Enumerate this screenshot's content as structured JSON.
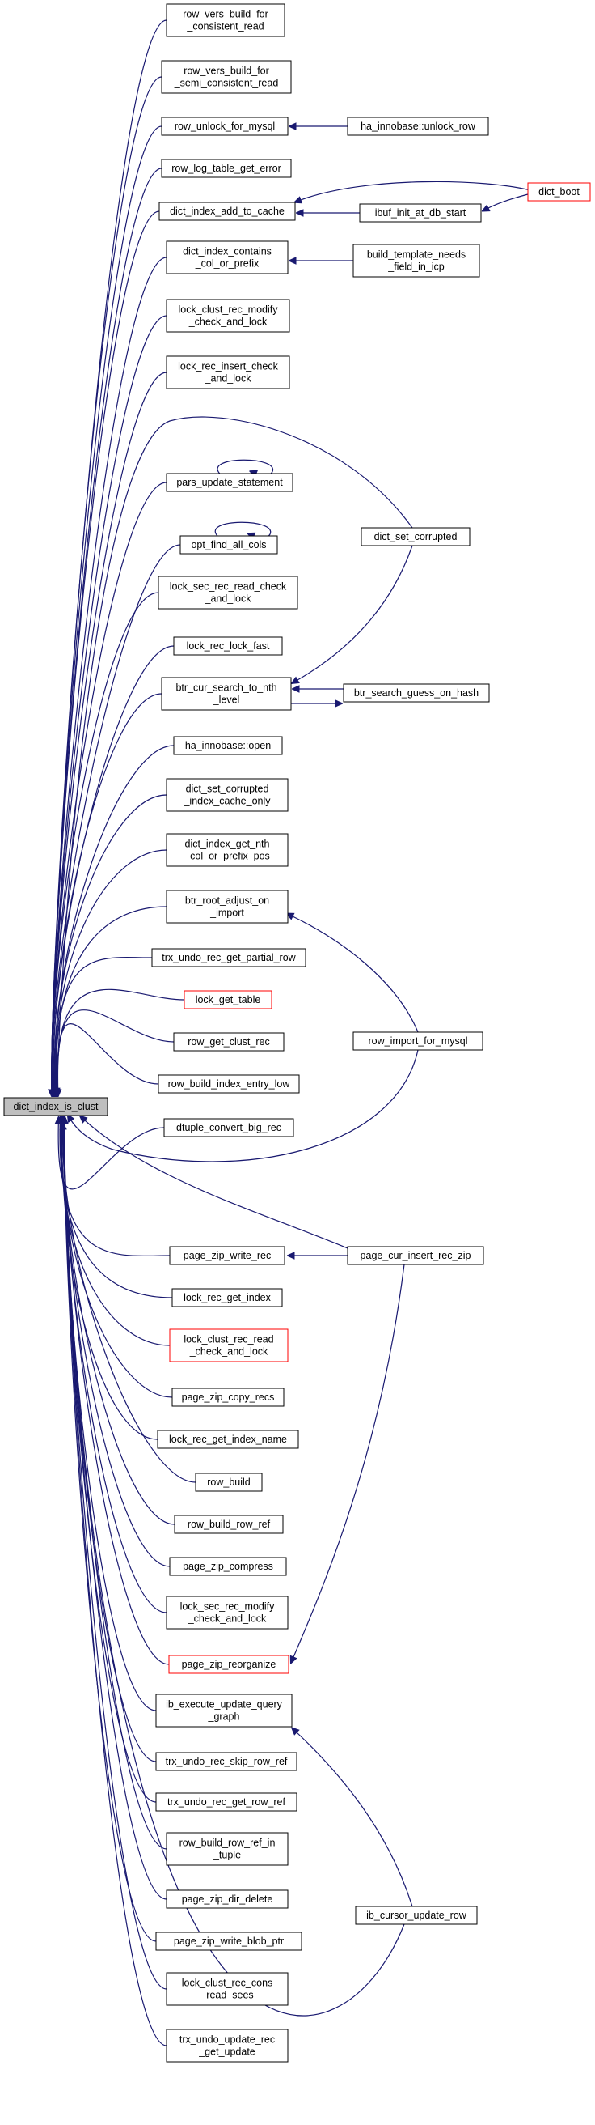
{
  "nodes": [
    {
      "id": "root",
      "lines": [
        "dict_index_is_clust"
      ],
      "style": "root"
    },
    {
      "id": "n01",
      "lines": [
        "row_vers_build_for",
        "_consistent_read"
      ]
    },
    {
      "id": "n02",
      "lines": [
        "row_vers_build_for",
        "_semi_consistent_read"
      ]
    },
    {
      "id": "n03",
      "lines": [
        "row_unlock_for_mysql"
      ]
    },
    {
      "id": "n04",
      "lines": [
        "row_log_table_get_error"
      ]
    },
    {
      "id": "n05",
      "lines": [
        "dict_index_add_to_cache"
      ]
    },
    {
      "id": "n06",
      "lines": [
        "dict_index_contains",
        "_col_or_prefix"
      ]
    },
    {
      "id": "n07",
      "lines": [
        "lock_clust_rec_modify",
        "_check_and_lock"
      ]
    },
    {
      "id": "n08",
      "lines": [
        "lock_rec_insert_check",
        "_and_lock"
      ]
    },
    {
      "id": "n09",
      "lines": [
        "pars_update_statement"
      ]
    },
    {
      "id": "n10",
      "lines": [
        "opt_find_all_cols"
      ]
    },
    {
      "id": "n11",
      "lines": [
        "lock_sec_rec_read_check",
        "_and_lock"
      ]
    },
    {
      "id": "n12",
      "lines": [
        "lock_rec_lock_fast"
      ]
    },
    {
      "id": "n13",
      "lines": [
        "btr_cur_search_to_nth",
        "_level"
      ]
    },
    {
      "id": "n14",
      "lines": [
        "ha_innobase::open"
      ]
    },
    {
      "id": "n15",
      "lines": [
        "dict_set_corrupted",
        "_index_cache_only"
      ]
    },
    {
      "id": "n16",
      "lines": [
        "dict_index_get_nth",
        "_col_or_prefix_pos"
      ]
    },
    {
      "id": "n17",
      "lines": [
        "btr_root_adjust_on",
        "_import"
      ]
    },
    {
      "id": "n18",
      "lines": [
        "trx_undo_rec_get_partial_row"
      ]
    },
    {
      "id": "n19",
      "lines": [
        "lock_get_table"
      ],
      "style": "red"
    },
    {
      "id": "n20",
      "lines": [
        "row_get_clust_rec"
      ]
    },
    {
      "id": "n21",
      "lines": [
        "row_build_index_entry_low"
      ]
    },
    {
      "id": "n22",
      "lines": [
        "dtuple_convert_big_rec"
      ]
    },
    {
      "id": "n23",
      "lines": [
        "page_zip_write_rec"
      ]
    },
    {
      "id": "n24",
      "lines": [
        "lock_rec_get_index"
      ]
    },
    {
      "id": "n25",
      "lines": [
        "lock_clust_rec_read",
        "_check_and_lock"
      ],
      "style": "red"
    },
    {
      "id": "n26",
      "lines": [
        "page_zip_copy_recs"
      ]
    },
    {
      "id": "n27",
      "lines": [
        "lock_rec_get_index_name"
      ]
    },
    {
      "id": "n28",
      "lines": [
        "row_build"
      ]
    },
    {
      "id": "n29",
      "lines": [
        "row_build_row_ref"
      ]
    },
    {
      "id": "n30",
      "lines": [
        "page_zip_compress"
      ]
    },
    {
      "id": "n31",
      "lines": [
        "lock_sec_rec_modify",
        "_check_and_lock"
      ]
    },
    {
      "id": "n32",
      "lines": [
        "page_zip_reorganize"
      ],
      "style": "red"
    },
    {
      "id": "n33",
      "lines": [
        "ib_execute_update_query",
        "_graph"
      ]
    },
    {
      "id": "n34",
      "lines": [
        "trx_undo_rec_skip_row_ref"
      ]
    },
    {
      "id": "n35",
      "lines": [
        "trx_undo_rec_get_row_ref"
      ]
    },
    {
      "id": "n36",
      "lines": [
        "row_build_row_ref_in",
        "_tuple"
      ]
    },
    {
      "id": "n37",
      "lines": [
        "page_zip_dir_delete"
      ]
    },
    {
      "id": "n38",
      "lines": [
        "page_zip_write_blob_ptr"
      ]
    },
    {
      "id": "n39",
      "lines": [
        "lock_clust_rec_cons",
        "_read_sees"
      ]
    },
    {
      "id": "n40",
      "lines": [
        "trx_undo_update_rec",
        "_get_update"
      ]
    },
    {
      "id": "m01",
      "lines": [
        "ha_innobase::unlock_row"
      ]
    },
    {
      "id": "m02",
      "lines": [
        "ibuf_init_at_db_start"
      ]
    },
    {
      "id": "m03",
      "lines": [
        "build_template_needs",
        "_field_in_icp"
      ]
    },
    {
      "id": "m04",
      "lines": [
        "dict_set_corrupted"
      ]
    },
    {
      "id": "m05",
      "lines": [
        "btr_search_guess_on_hash"
      ]
    },
    {
      "id": "m06",
      "lines": [
        "row_import_for_mysql"
      ]
    },
    {
      "id": "m07",
      "lines": [
        "page_cur_insert_rec_zip"
      ]
    },
    {
      "id": "m08",
      "lines": [
        "ib_cursor_update_row"
      ]
    },
    {
      "id": "d01",
      "lines": [
        "dict_boot"
      ],
      "style": "red"
    }
  ],
  "edges": [
    [
      "n01",
      "root"
    ],
    [
      "n02",
      "root"
    ],
    [
      "n03",
      "root"
    ],
    [
      "n04",
      "root"
    ],
    [
      "n05",
      "root"
    ],
    [
      "n06",
      "root"
    ],
    [
      "n07",
      "root"
    ],
    [
      "n08",
      "root"
    ],
    [
      "n09",
      "root"
    ],
    [
      "n10",
      "root"
    ],
    [
      "n11",
      "root"
    ],
    [
      "n12",
      "root"
    ],
    [
      "n13",
      "root"
    ],
    [
      "n14",
      "root"
    ],
    [
      "n15",
      "root"
    ],
    [
      "n16",
      "root"
    ],
    [
      "n17",
      "root"
    ],
    [
      "n18",
      "root"
    ],
    [
      "n19",
      "root"
    ],
    [
      "n20",
      "root"
    ],
    [
      "n21",
      "root"
    ],
    [
      "n22",
      "root"
    ],
    [
      "n23",
      "root"
    ],
    [
      "n24",
      "root"
    ],
    [
      "n25",
      "root"
    ],
    [
      "n26",
      "root"
    ],
    [
      "n27",
      "root"
    ],
    [
      "n28",
      "root"
    ],
    [
      "n29",
      "root"
    ],
    [
      "n30",
      "root"
    ],
    [
      "n31",
      "root"
    ],
    [
      "n32",
      "root"
    ],
    [
      "n33",
      "root"
    ],
    [
      "n34",
      "root"
    ],
    [
      "n35",
      "root"
    ],
    [
      "n36",
      "root"
    ],
    [
      "n37",
      "root"
    ],
    [
      "n38",
      "root"
    ],
    [
      "n39",
      "root"
    ],
    [
      "n40",
      "root"
    ],
    [
      "m04",
      "root"
    ],
    [
      "m06",
      "root"
    ],
    [
      "m07",
      "root"
    ],
    [
      "m08",
      "root"
    ],
    [
      "m01",
      "n03"
    ],
    [
      "m02",
      "n05"
    ],
    [
      "d01",
      "n05"
    ],
    [
      "d01",
      "m02"
    ],
    [
      "m03",
      "n06"
    ],
    [
      "n09",
      "n09"
    ],
    [
      "n10",
      "n10"
    ],
    [
      "m04",
      "n13"
    ],
    [
      "m05",
      "n13"
    ],
    [
      "n13",
      "m05"
    ],
    [
      "m06",
      "n17"
    ],
    [
      "m07",
      "n23"
    ],
    [
      "m07",
      "n32"
    ],
    [
      "m08",
      "n33"
    ]
  ],
  "colors": {
    "edge": "#191970",
    "root_fill": "#bfbfbf",
    "highlight_border": "#ff0000"
  }
}
